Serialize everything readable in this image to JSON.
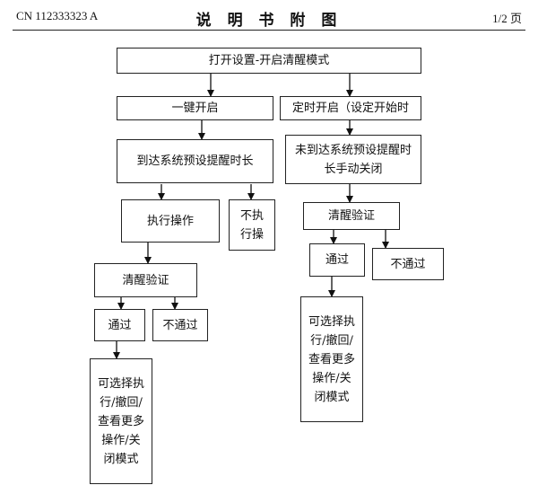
{
  "header": {
    "left": "CN 112333323 A",
    "title": "说 明 书 附 图",
    "right": "1/2 页"
  },
  "nodes": {
    "root": "打开设置-开启清醒模式",
    "one_key": "一键开启",
    "timed": "定时开启（设定开始时",
    "reach_preset": "到达系统预设提醒时长",
    "not_reach_preset": "未到达系统预设提醒时长手动关闭",
    "execute": "执行操作",
    "not_execute": "不执行操",
    "verify_left": "清醒验证",
    "pass_left": "通过",
    "fail_left": "不通过",
    "options_left": "可选择执行/撤回/查看更多操作/关闭模式",
    "verify_right": "清醒验证",
    "pass_right": "通过",
    "fail_right": "不通过",
    "options_right": "可选择执行/撤回/查看更多操作/关闭模式"
  }
}
